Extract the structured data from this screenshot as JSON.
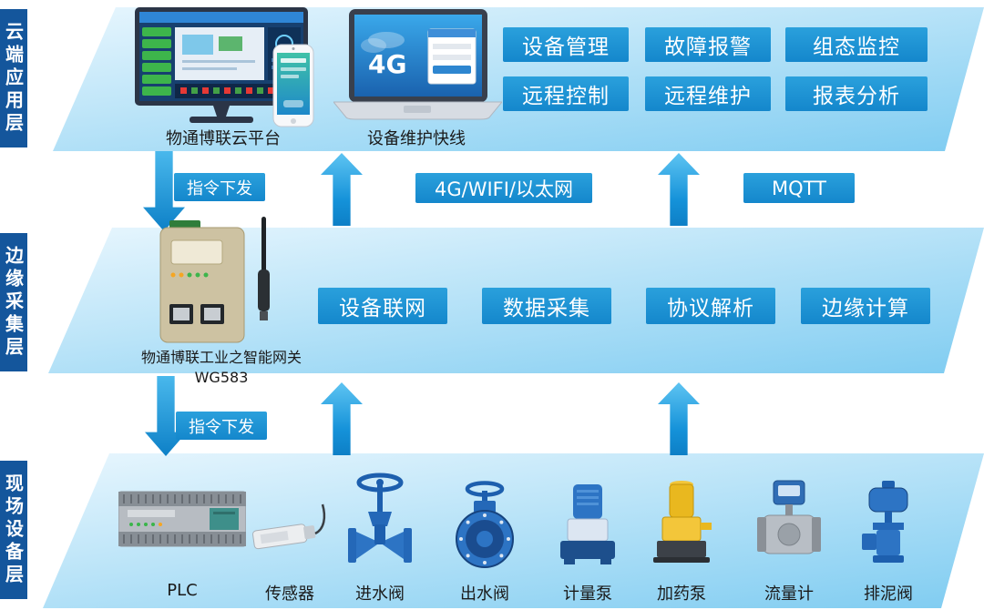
{
  "layers": {
    "cloud": {
      "side_label": "云端应用层"
    },
    "edge": {
      "side_label": "边缘采集层"
    },
    "field": {
      "side_label": "现场设备层"
    }
  },
  "cloud": {
    "platform_caption": "物通博联云平台",
    "laptop_caption": "设备维护快线",
    "laptop_screen_badge": "4G",
    "features": [
      "设备管理",
      "故障报警",
      "组态监控",
      "远程控制",
      "远程维护",
      "报表分析"
    ]
  },
  "cloud_edge_links": {
    "command": "指令下发",
    "network": "4G/WIFI/以太网",
    "protocol": "MQTT"
  },
  "edge": {
    "gateway_caption_line1": "物通博联工业之智能网关",
    "gateway_caption_line2": "WG583",
    "capabilities": [
      "设备联网",
      "数据采集",
      "协议解析",
      "边缘计算"
    ]
  },
  "edge_field_links": {
    "command": "指令下发"
  },
  "field": {
    "devices": [
      "PLC",
      "传感器",
      "进水阀",
      "出水阀",
      "计量泵",
      "加药泵",
      "流量计",
      "排泥阀"
    ]
  },
  "colors": {
    "band_blue": "#7fccf1",
    "chip_blue": "#1b95d5",
    "side_label_blue": "#14569c",
    "arrow_blue": "#1592d9"
  }
}
